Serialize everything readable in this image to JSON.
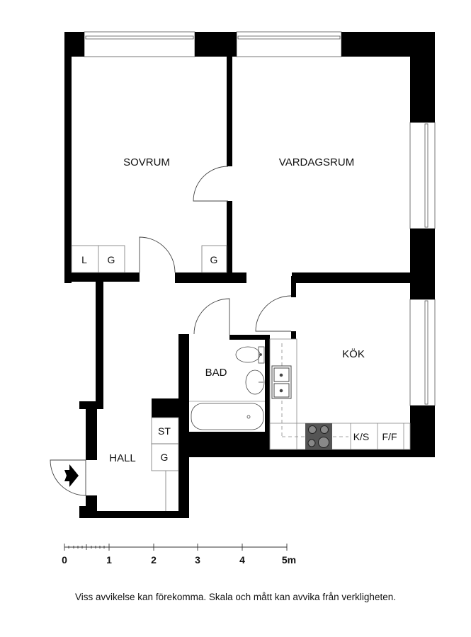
{
  "rooms": {
    "sovrum": "SOVRUM",
    "vardagsrum": "VARDAGSRUM",
    "kok": "KÖK",
    "bad": "BAD",
    "hall": "HALL"
  },
  "closets": {
    "sovrum_l": "L",
    "sovrum_g1": "G",
    "sovrum_g2": "G",
    "hall_st": "ST",
    "hall_g": "G",
    "kitchen_ks": "K/S",
    "kitchen_ff": "F/F"
  },
  "scale_bar": {
    "labels": [
      "0",
      "1",
      "2",
      "3",
      "4",
      "5m"
    ]
  },
  "caption": "Viss avvikelse kan förekomma. Skala och mått kan avvika från verkligheten."
}
